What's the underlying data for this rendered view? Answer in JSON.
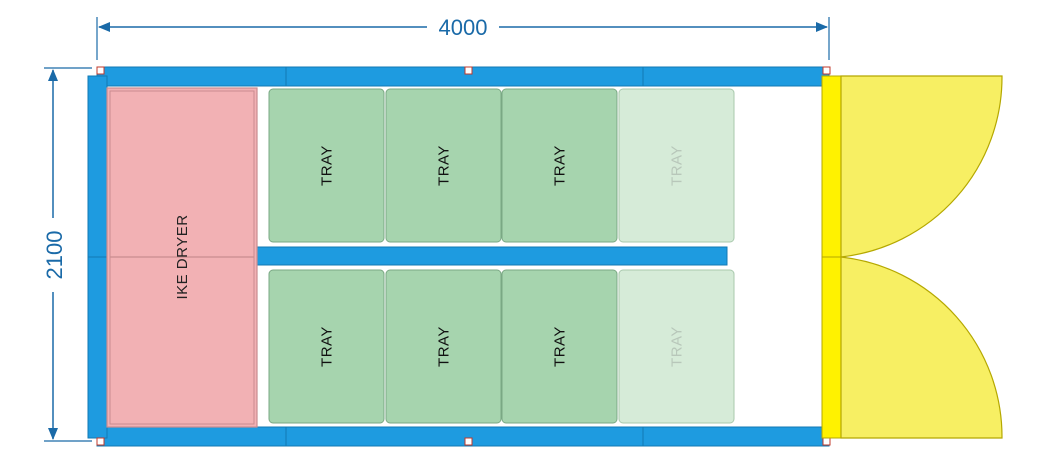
{
  "dimensions": {
    "width_label": "4000",
    "height_label": "2100"
  },
  "dryer": {
    "label": "IKE DRYER"
  },
  "trays": [
    {
      "label": "TRAY",
      "state": "active"
    },
    {
      "label": "TRAY",
      "state": "active"
    },
    {
      "label": "TRAY",
      "state": "active"
    },
    {
      "label": "TRAY",
      "state": "optional"
    },
    {
      "label": "TRAY",
      "state": "active"
    },
    {
      "label": "TRAY",
      "state": "active"
    },
    {
      "label": "TRAY",
      "state": "active"
    },
    {
      "label": "TRAY",
      "state": "optional"
    }
  ],
  "colors": {
    "wall": "#1e9be0",
    "dimension": "#1a6aa8",
    "dryer_fill": "#f2b1b4",
    "dryer_stroke": "#c98c8f",
    "tray_active": "#a6d4ae",
    "tray_optional": "#d6ebd8",
    "tray_stroke": "#7aa884",
    "door": "#fff200",
    "door_leaf": "#f7ef63"
  }
}
